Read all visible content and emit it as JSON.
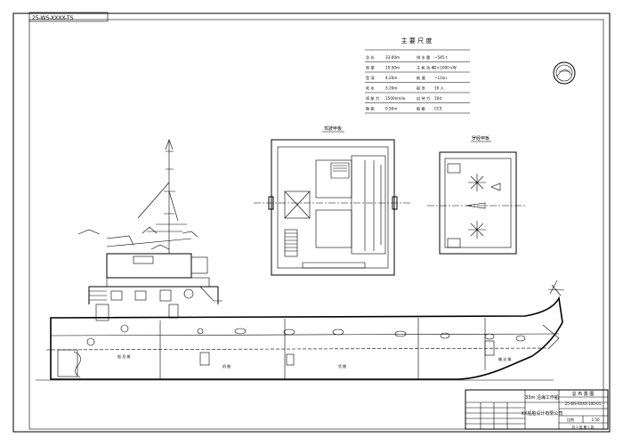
{
  "drawing_code_top": "25-WS-XXXX-TS",
  "spec_table": {
    "title": "主 要 尺 度",
    "rows": [
      [
        "总 长",
        "33.00m",
        "排 水 量",
        "~545 t"
      ],
      [
        "型 宽",
        "10.00m",
        "主 机 功 率",
        "2×1000 kW"
      ],
      [
        "型 深",
        "4.20m",
        "航 速",
        "~11kn"
      ],
      [
        "吃 水",
        "3.20m",
        "船 员",
        "10 人"
      ],
      [
        "续 航 力",
        "1500nmile",
        "自 持 力",
        "10d"
      ],
      [
        "肋 距",
        "0.50m",
        "船 级",
        "CCS"
      ]
    ]
  },
  "plans": {
    "deck_plan_label": "驾驶甲板",
    "top_plan_label": "罗经甲板"
  },
  "hull_labels": {
    "cabin": "船 员 舱",
    "engine": "机 舱",
    "hold": "货 舱",
    "fore": "艏 尖 舱"
  },
  "title_block": {
    "drawing_title": "总 布 置 图",
    "drawing_number": "25-WS-XXXX-100-01",
    "company": "XX船舶设计有限公司",
    "project": "33m 沿海工作船",
    "scale_label": "比例",
    "scale": "1:50",
    "sheet": "共 1 张  第 1 张"
  },
  "colors": {
    "line": "#000000",
    "background": "#ffffff"
  }
}
